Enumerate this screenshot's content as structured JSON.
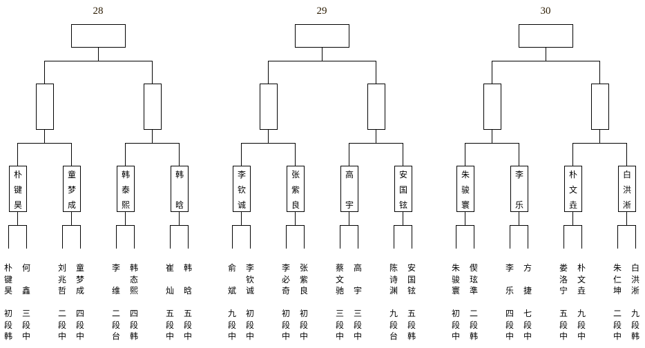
{
  "days": [
    {
      "label": "28",
      "matches": [
        {
          "winner": [
            "朴",
            "键",
            "昊"
          ],
          "players": [
            {
              "name": [
                "朴",
                "键",
                "昊"
              ],
              "rank": [
                "初",
                "段",
                "韩"
              ]
            },
            {
              "name": [
                "何",
                "",
                "鑫"
              ],
              "rank": [
                "三",
                "段",
                "中"
              ]
            }
          ]
        },
        {
          "winner": [
            "童",
            "梦",
            "成"
          ],
          "players": [
            {
              "name": [
                "刘",
                "兆",
                "哲"
              ],
              "rank": [
                "二",
                "段",
                "中"
              ]
            },
            {
              "name": [
                "童",
                "梦",
                "成"
              ],
              "rank": [
                "四",
                "段",
                "中"
              ]
            }
          ]
        },
        {
          "winner": [
            "韩",
            "泰",
            "熙"
          ],
          "players": [
            {
              "name": [
                "李",
                "",
                "维"
              ],
              "rank": [
                "二",
                "段",
                "台"
              ]
            },
            {
              "name": [
                "韩",
                "态",
                "熙"
              ],
              "rank": [
                "四",
                "段",
                "韩"
              ]
            }
          ]
        },
        {
          "winner": [
            "韩",
            "",
            "晗"
          ],
          "players": [
            {
              "name": [
                "崔",
                "",
                "灿"
              ],
              "rank": [
                "五",
                "段",
                "中"
              ]
            },
            {
              "name": [
                "韩",
                "",
                "晗"
              ],
              "rank": [
                "五",
                "段",
                "中"
              ]
            }
          ]
        }
      ]
    },
    {
      "label": "29",
      "matches": [
        {
          "winner": [
            "李",
            "钦",
            "诚"
          ],
          "players": [
            {
              "name": [
                "俞",
                "",
                "斌"
              ],
              "rank": [
                "九",
                "段",
                "中"
              ]
            },
            {
              "name": [
                "李",
                "钦",
                "诚"
              ],
              "rank": [
                "初",
                "段",
                "中"
              ]
            }
          ]
        },
        {
          "winner": [
            "张",
            "紫",
            "良"
          ],
          "players": [
            {
              "name": [
                "李",
                "必",
                "奇"
              ],
              "rank": [
                "初",
                "段",
                "中"
              ]
            },
            {
              "name": [
                "张",
                "紫",
                "良"
              ],
              "rank": [
                "初",
                "段",
                "中"
              ]
            }
          ]
        },
        {
          "winner": [
            "高",
            "",
            "宇"
          ],
          "players": [
            {
              "name": [
                "蔡",
                "文",
                "驰"
              ],
              "rank": [
                "三",
                "段",
                "中"
              ]
            },
            {
              "name": [
                "高",
                "",
                "宇"
              ],
              "rank": [
                "三",
                "段",
                "中"
              ]
            }
          ]
        },
        {
          "winner": [
            "安",
            "国",
            "铉"
          ],
          "players": [
            {
              "name": [
                "陈",
                "诗",
                "渊"
              ],
              "rank": [
                "九",
                "段",
                "台"
              ]
            },
            {
              "name": [
                "安",
                "国",
                "铉"
              ],
              "rank": [
                "五",
                "段",
                "韩"
              ]
            }
          ]
        }
      ]
    },
    {
      "label": "30",
      "matches": [
        {
          "winner": [
            "朱",
            "骏",
            "寰"
          ],
          "players": [
            {
              "name": [
                "朱",
                "骏",
                "寰"
              ],
              "rank": [
                "初",
                "段",
                "中"
              ]
            },
            {
              "name": [
                "偰",
                "玹",
                "準"
              ],
              "rank": [
                "二",
                "段",
                "韩"
              ]
            }
          ]
        },
        {
          "winner": [
            "李",
            "",
            "乐"
          ],
          "players": [
            {
              "name": [
                "李",
                "",
                "乐"
              ],
              "rank": [
                "四",
                "段",
                "中"
              ]
            },
            {
              "name": [
                "方",
                "",
                "捷"
              ],
              "rank": [
                "七",
                "段",
                "中"
              ]
            }
          ]
        },
        {
          "winner": [
            "朴",
            "文",
            "垚"
          ],
          "players": [
            {
              "name": [
                "娄",
                "洛",
                "宁"
              ],
              "rank": [
                "五",
                "段",
                "中"
              ]
            },
            {
              "name": [
                "朴",
                "文",
                "垚"
              ],
              "rank": [
                "九",
                "段",
                "中"
              ]
            }
          ]
        },
        {
          "winner": [
            "白",
            "洪",
            "淅"
          ],
          "players": [
            {
              "name": [
                "朱",
                "仁",
                "坤"
              ],
              "rank": [
                "二",
                "段",
                "中"
              ]
            },
            {
              "name": [
                "白",
                "洪",
                "淅"
              ],
              "rank": [
                "九",
                "段",
                "韩"
              ]
            }
          ]
        }
      ]
    }
  ]
}
